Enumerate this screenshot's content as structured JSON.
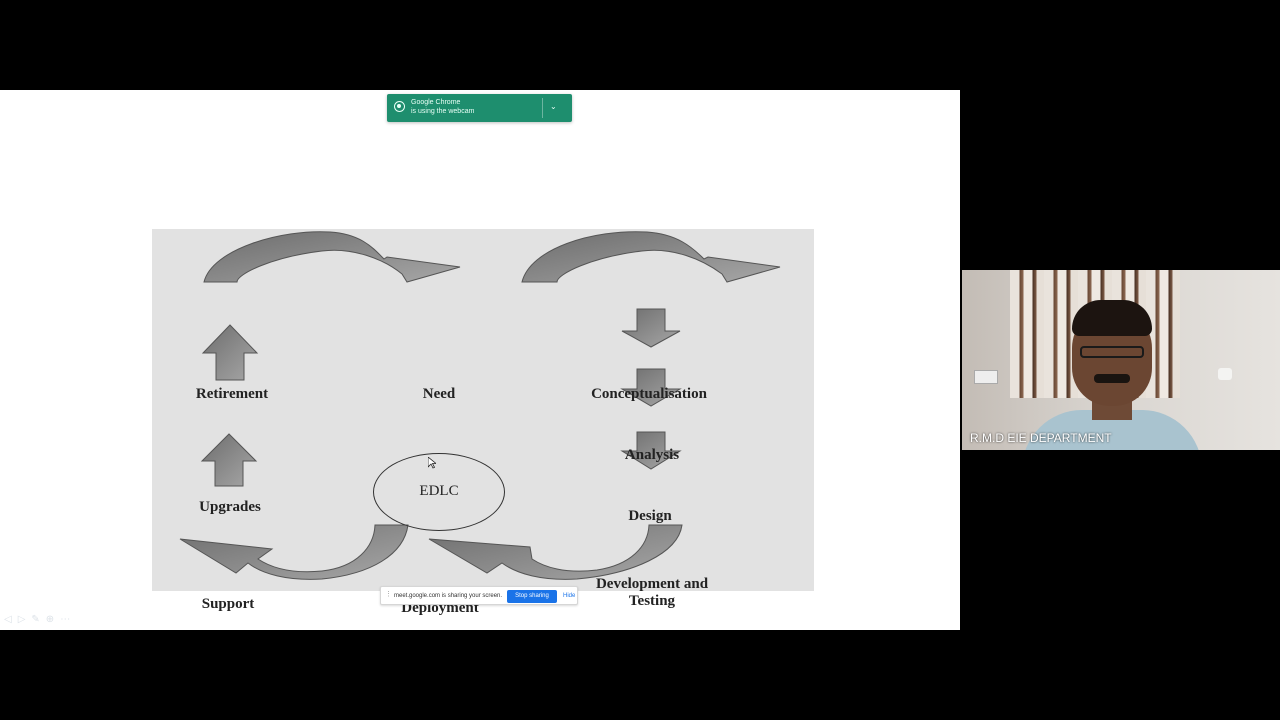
{
  "notifications": {
    "webcam": {
      "line1": "Google Chrome",
      "line2": "is using the webcam"
    },
    "screen_share": {
      "message": "meet.google.com is sharing your screen.",
      "stop_label": "Stop sharing",
      "hide_label": "Hide"
    }
  },
  "slide": {
    "center_label": "EDLC",
    "stages": {
      "retirement": "Retirement",
      "need": "Need",
      "conceptualisation": "Conceptualisation",
      "analysis": "Analysis",
      "design": "Design",
      "development_line1": "Development and",
      "development_line2": "Testing",
      "deployment": "Deployment",
      "support": "Support",
      "upgrades": "Upgrades"
    }
  },
  "participant": {
    "name": "R.M.D EIE DEPARTMENT"
  },
  "colors": {
    "notification_green": "#1e8e6e",
    "stop_button_blue": "#1a73e8",
    "slide_bg": "#e2e2e2",
    "arrow_fill": "#8c8c8c"
  },
  "icons": {
    "webcam": "webcam-icon",
    "chevron": "chevron-down-icon",
    "drag": "drag-handle-icon",
    "cursor": "mouse-cursor-icon"
  }
}
